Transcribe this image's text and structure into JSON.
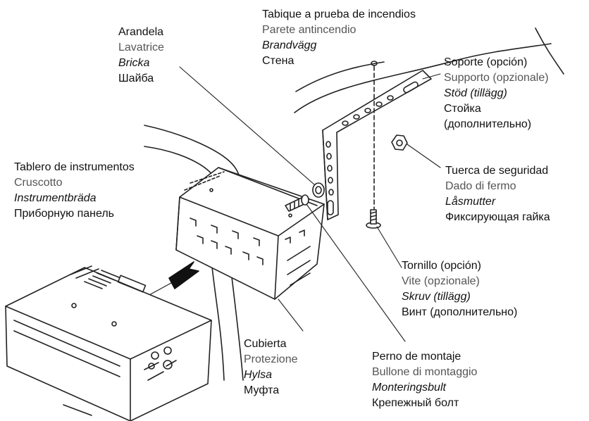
{
  "colors": {
    "primary_text": "#111111",
    "secondary_text": "#555555",
    "line": "#222222",
    "fill": "#ffffff"
  },
  "callouts": {
    "firewall": {
      "es": "Tabique a prueba de incendios",
      "it": "Parete antincendio",
      "sv": "Brandvägg",
      "ru": "Стена"
    },
    "washer": {
      "es": "Arandela",
      "it": "Lavatrice",
      "sv": "Bricka",
      "ru": "Шайба"
    },
    "bracket": {
      "es": "Soporte (opción)",
      "it": "Supporto (opzionale)",
      "sv": "Stöd (tillägg)",
      "ru": "Стойка",
      "ru2": "(дополнительно)"
    },
    "dashboard": {
      "es": "Tablero de instrumentos",
      "it": "Cruscotto",
      "sv": "Instrumentbräda",
      "ru": "Приборную панель"
    },
    "locknut": {
      "es": "Tuerca de seguridad",
      "it": "Dado di fermo",
      "sv": "Låsmutter",
      "ru": "Фиксирующая гайка"
    },
    "screw": {
      "es": "Tornillo (opción)",
      "it": "Vite (opzionale)",
      "sv": "Skruv (tillägg)",
      "ru": "Винт (дополнительно)"
    },
    "sleeve": {
      "es": "Cubierta",
      "it": "Protezione",
      "sv": "Hylsa",
      "ru": "Муфта"
    },
    "bolt": {
      "es": "Perno de montaje",
      "it": "Bullone di montaggio",
      "sv": "Monteringsbult",
      "ru": "Крепежный болт"
    }
  }
}
